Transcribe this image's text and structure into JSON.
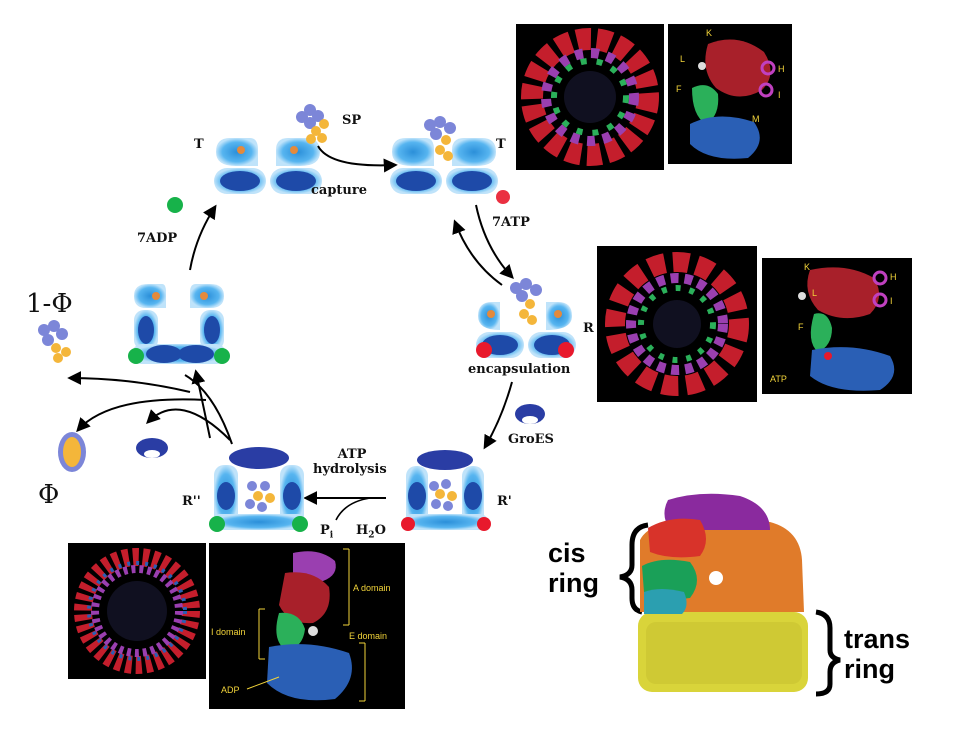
{
  "cycle": {
    "state_T_left": "T",
    "state_T_right": "T",
    "state_R": "R",
    "state_R_prime": "R'",
    "state_R_double_prime": "R''",
    "substrate": "SP",
    "capture": "capture",
    "atp_binding": "7ATP",
    "encapsulation": "encapsulation",
    "groes": "GroES",
    "atp_hydrolysis_line1": "ATP",
    "atp_hydrolysis_line2": "hydrolysis",
    "phosphate": "P",
    "phosphate_sub": "i",
    "water": "H",
    "water_sub": "2",
    "water_end": "O",
    "adp_release": "7ADP",
    "one_minus_phi": "1-Φ",
    "phi": "Φ"
  },
  "panel_T": {
    "labels": [
      "K",
      "L",
      "H",
      "F",
      "I",
      "M"
    ]
  },
  "panel_R": {
    "labels": [
      "K",
      "H",
      "L",
      "F",
      "I",
      "ATP"
    ]
  },
  "panel_Rpp": {
    "labels": [
      "A domain",
      "I domain",
      "E domain",
      "ADP"
    ]
  },
  "complex": {
    "cis": "cis",
    "cis_ring": "ring",
    "trans": "trans",
    "trans_ring": "ring"
  },
  "colors": {
    "chaperonin_blue": "#2b8fd9",
    "domain_dark": "#1e4aa8",
    "substrate_yellow": "#f4b63a",
    "substrate_blue": "#7c86d8",
    "adp_green": "#17b24a",
    "atp_red": "#e8192c",
    "groes_blue": "#2a3da4",
    "label_yellow": "#f2d43a",
    "trans_ring_yellow": "#d9d43a",
    "cis_ring_orange": "#e07b2a"
  }
}
